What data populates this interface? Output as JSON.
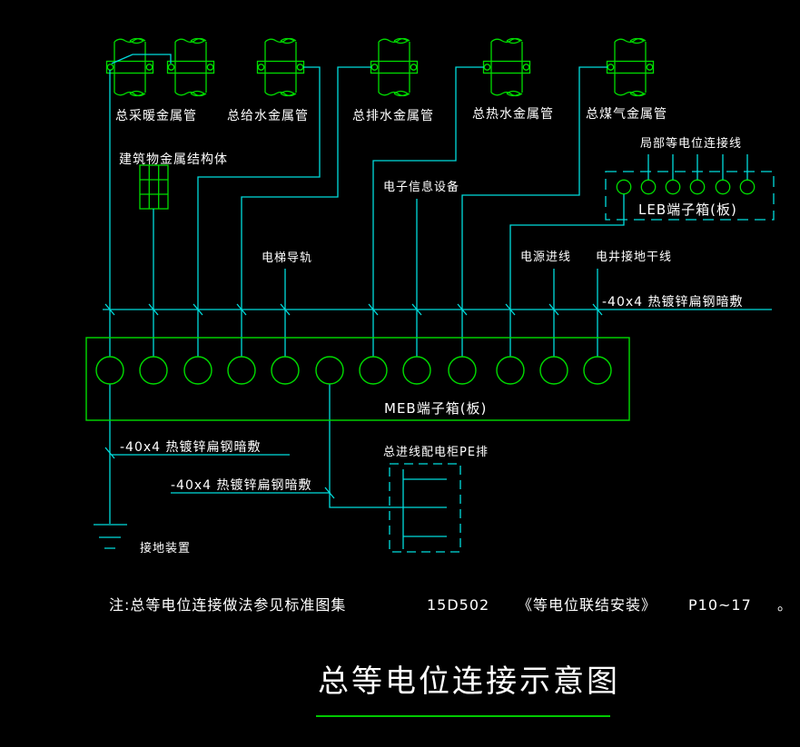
{
  "drawing": {
    "title": "总等电位连接示意图",
    "note": {
      "prefix": "注:总等电位连接做法参见标准图集",
      "atlas_code": "15D502",
      "atlas_name": "《等电位联结安装》",
      "pages": "P10~17",
      "period": "。"
    },
    "pipes": [
      {
        "label": "总采暖金属管"
      },
      {
        "label": "总给水金属管"
      },
      {
        "label": "总排水金属管"
      },
      {
        "label": "总热水金属管"
      },
      {
        "label": "总煤气金属管"
      }
    ],
    "labels": {
      "building_structure": "建筑物金属结构体",
      "electronic_equipment": "电子信息设备",
      "elevator_rail": "电梯导轨",
      "local_bonding_wire": "局部等电位连接线",
      "leb_box": "LEB端子箱(板)",
      "meb_box": "MEB端子箱(板)",
      "power_incoming": "电源进线",
      "shaft_ground_trunk": "电井接地干线",
      "flat_steel_bus": "-40x4 热镀锌扁钢暗敷",
      "flat_steel_left": "-40x4 热镀锌扁钢暗敷",
      "flat_steel_mid": "-40x4 热镀锌扁钢暗敷",
      "pe_busbar": "总进线配电柜PE排",
      "grounding_device": "接地装置"
    },
    "colors": {
      "background": "#000000",
      "line_green": "#00dc00",
      "line_cyan": "#00dcdc",
      "text": "#ffffff"
    }
  }
}
